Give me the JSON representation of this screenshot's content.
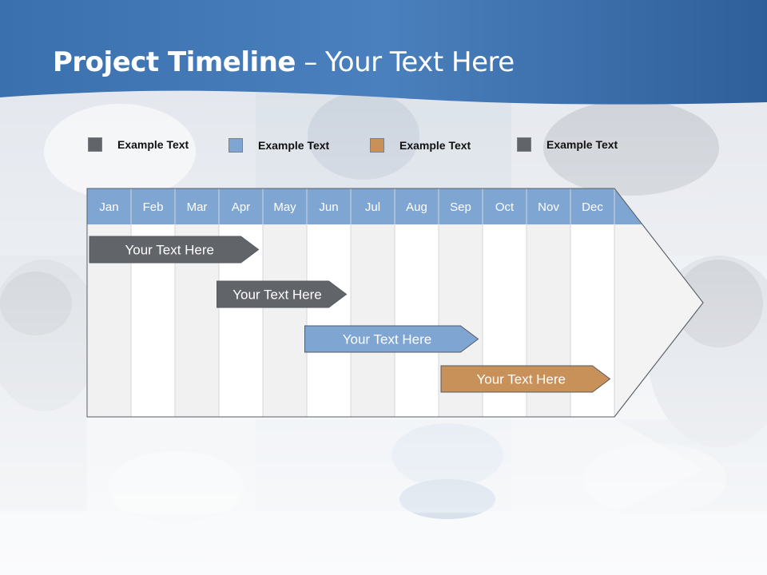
{
  "title": {
    "main": "Project Timeline",
    "sub": " – Your Text Here"
  },
  "legend": [
    {
      "label": "Example Text",
      "color": "#616468"
    },
    {
      "label": "Example Text",
      "color": "#7fa6d2"
    },
    {
      "label": "Example Text",
      "color": "#c8915a"
    },
    {
      "label": "Example Text",
      "color": "#616468"
    }
  ],
  "months": [
    "Jan",
    "Feb",
    "Mar",
    "Apr",
    "May",
    "Jun",
    "Jul",
    "Aug",
    "Sep",
    "Oct",
    "Nov",
    "Dec"
  ],
  "tasks": [
    {
      "label": "Your  Text Here",
      "start": 1.0,
      "end": 4.9,
      "color": "#616468"
    },
    {
      "label": "Your  Text Here",
      "start": 3.9,
      "end": 6.9,
      "color": "#616468"
    },
    {
      "label": "Your  Text Here",
      "start": 5.9,
      "end": 9.9,
      "color": "#7fa6d2"
    },
    {
      "label": "Your  Text Here",
      "start": 9.0,
      "end": 12.9,
      "color": "#c8915a"
    }
  ],
  "colors": {
    "header": "#7fa6d2",
    "header_band": "#3f76b0",
    "accent": "#4a7fb9"
  }
}
